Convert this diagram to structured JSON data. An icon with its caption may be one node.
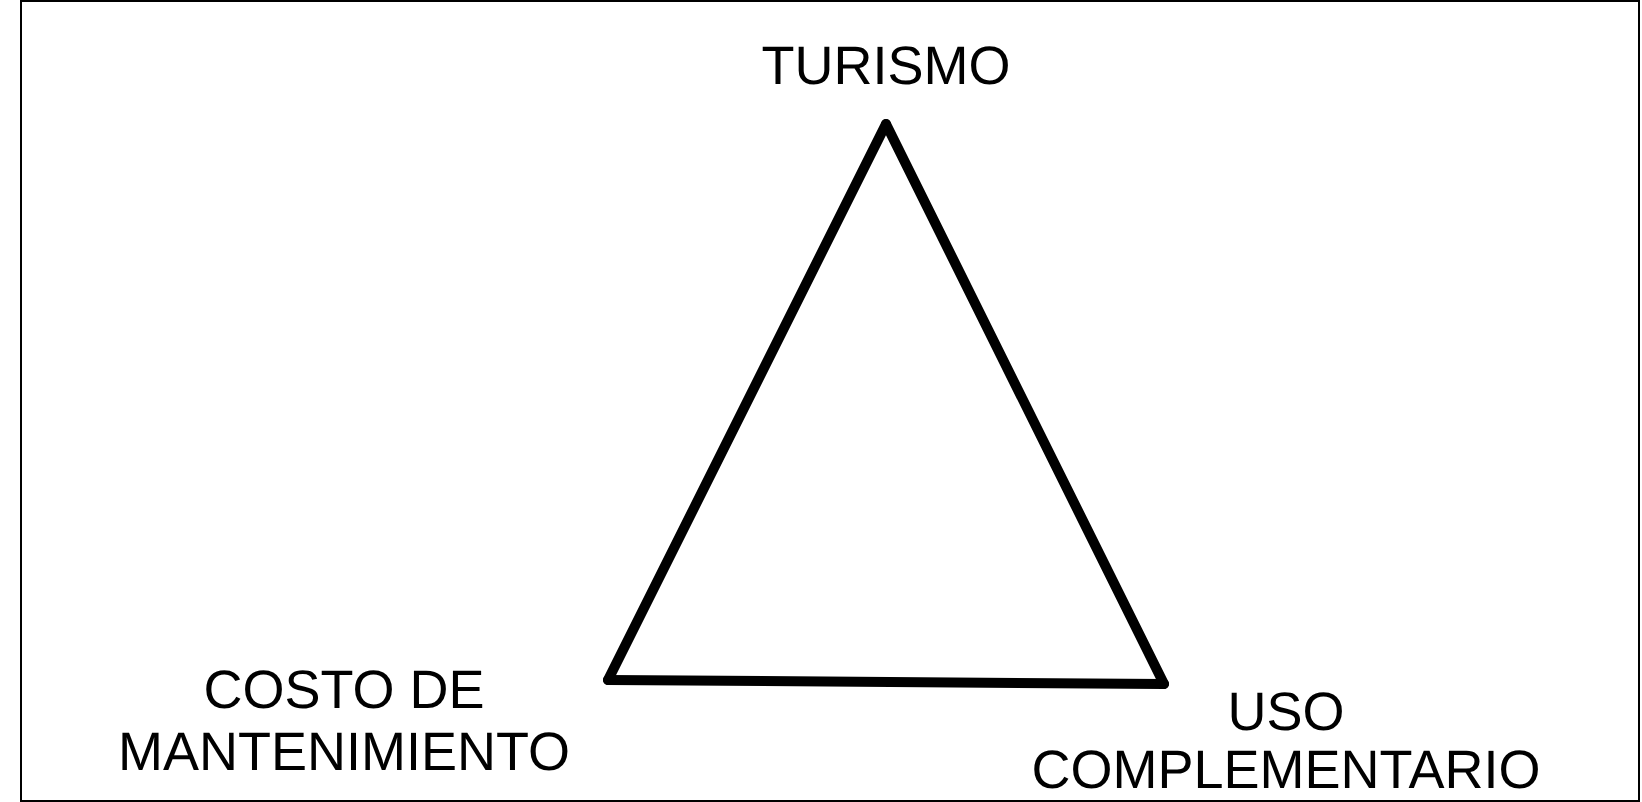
{
  "diagram": {
    "nodes": [
      {
        "text": [
          "TURISMO"
        ]
      },
      {
        "text": [
          "COSTO DE MANTENIMIENTO"
        ]
      },
      {
        "text": [
          "USO COMPLEMENTARIO"
        ]
      }
    ],
    "edges": [
      {
        "from": 0,
        "to": 2,
        "arrow": "none"
      },
      {
        "from": 2,
        "to": 1,
        "arrow": "none"
      },
      {
        "from": 1,
        "to": 0,
        "arrow": "none"
      }
    ]
  }
}
